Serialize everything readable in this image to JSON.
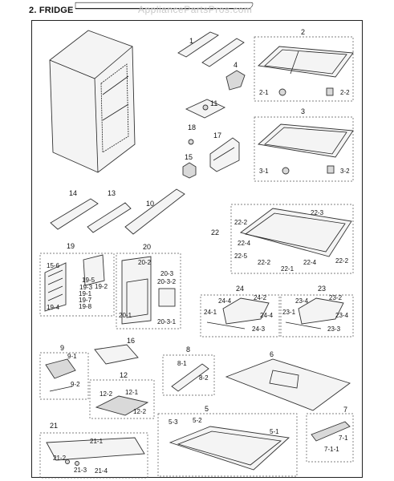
{
  "header": {
    "title": "2. FRIDGE",
    "watermark": "AppliancePartsPros.com"
  },
  "callouts": {
    "p1": "1",
    "p2": "2",
    "p2_1": "2-1",
    "p2_2": "2-2",
    "p3": "3",
    "p3_1": "3-1",
    "p3_2": "3-2",
    "p4": "4",
    "p11": "11",
    "p17": "17",
    "p18": "18",
    "p15": "15",
    "p14": "14",
    "p13": "13",
    "p10": "10",
    "p22": "22",
    "p22_1": "22-1",
    "p22_2": "22-2",
    "p22_3": "22-3",
    "p22_4": "22-4",
    "p22_5": "22-5",
    "p19": "19",
    "p19_1": "19-1",
    "p19_2": "19-2",
    "p19_3": "19-3",
    "p19_4": "19-4",
    "p19_5": "19-5",
    "p19_6": "15-6",
    "p19_7": "19-7",
    "p19_8": "19-8",
    "p20": "20",
    "p20_1": "20-1",
    "p20_2": "20-2",
    "p20_3": "20-3",
    "p20_3_1": "20-3-1",
    "p20_3_2": "20-3-2",
    "p24": "24",
    "p24_1": "24-1",
    "p24_2": "24-2",
    "p24_3": "24-3",
    "p24_4": "24-4",
    "p23": "23",
    "p23_1": "23-1",
    "p23_2": "23-2",
    "p23_3": "23-3",
    "p23_4": "23-4",
    "p9": "9",
    "p9_1": "9-1",
    "p9_2": "9-2",
    "p16": "16",
    "p8": "8",
    "p8_1": "8-1",
    "p8_2": "8-2",
    "p6": "6",
    "p12": "12",
    "p12_1": "12-1",
    "p12_2": "12-2",
    "p21": "21",
    "p21_1": "21-1",
    "p21_2": "21-2",
    "p21_3": "21-3",
    "p21_4": "21-4",
    "p5": "5",
    "p5_1": "5-1",
    "p5_2": "5-2",
    "p5_3": "5-3",
    "p7": "7",
    "p7_1": "7-1",
    "p7_1_1": "7-1-1"
  }
}
